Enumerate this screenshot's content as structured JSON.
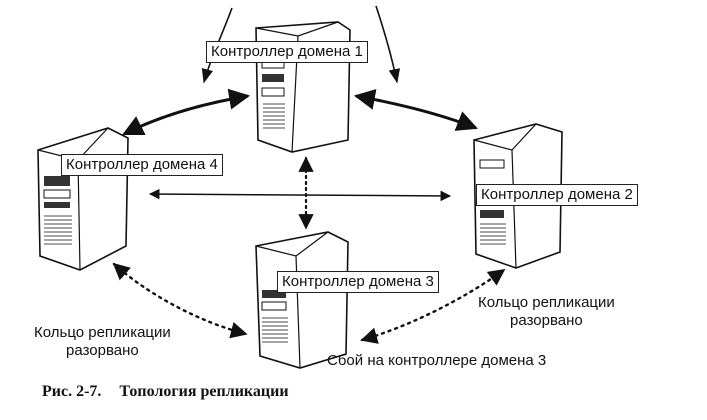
{
  "nodes": {
    "dc1": "Контроллер домена 1",
    "dc2": "Контроллер домена 2",
    "dc3": "Контроллер домена 3",
    "dc4": "Контроллер домена 4"
  },
  "notes": {
    "ring_broken_left_line1": "Кольцо репликации",
    "ring_broken_left_line2": "разорвано",
    "ring_broken_right_line1": "Кольцо репликации",
    "ring_broken_right_line2": "разорвано",
    "failure": "Сбой на контроллере домена 3"
  },
  "caption": {
    "number": "Рис. 2-7.",
    "title": "Топология репликации"
  },
  "links": [
    {
      "from": "dc1",
      "to": "dc4",
      "style": "solid"
    },
    {
      "from": "dc1",
      "to": "dc2",
      "style": "solid"
    },
    {
      "from": "dc4",
      "to": "dc2",
      "style": "solid"
    },
    {
      "from": "dc1",
      "to": "dc3",
      "style": "dotted"
    },
    {
      "from": "dc4",
      "to": "dc3",
      "style": "dotted"
    },
    {
      "from": "dc3",
      "to": "dc2",
      "style": "dotted"
    }
  ]
}
